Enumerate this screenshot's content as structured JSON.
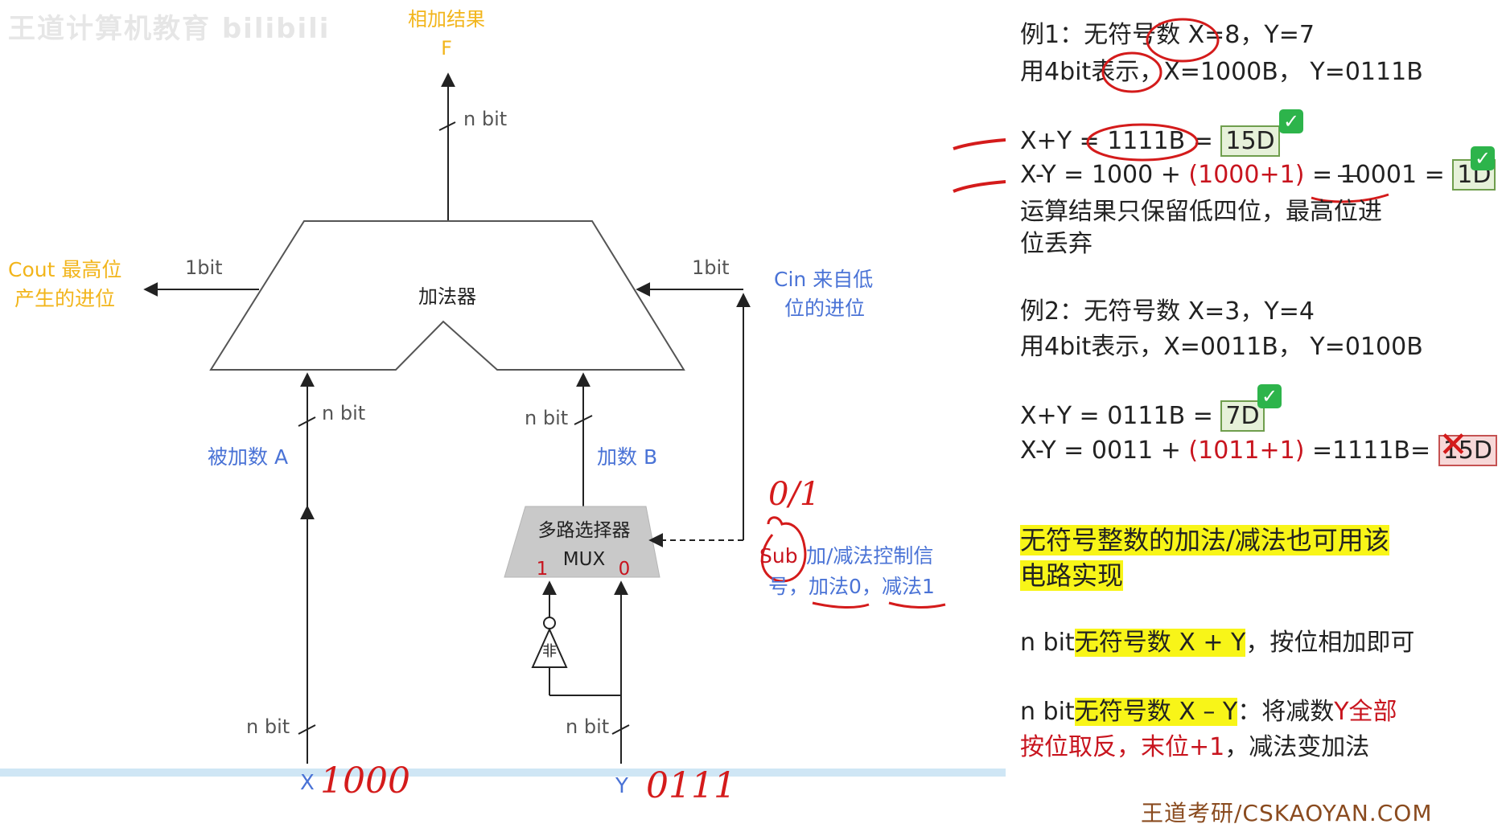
{
  "watermark": "王道计算机教育 bilibili",
  "diagram": {
    "output_title": "相加结果",
    "output_var": "F",
    "nbit": "n bit",
    "onebit": "1bit",
    "adder": "加法器",
    "cout_line1": "Cout 最高位",
    "cout_line2": "产生的进位",
    "cin_line1": "Cin 来自低",
    "cin_line2": "位的进位",
    "input_a": "被加数 A",
    "input_b": "加数 B",
    "mux_title": "多路选择器",
    "mux_name": "MUX",
    "mux_in1": "1",
    "mux_in0": "0",
    "not_gate": "非",
    "sub": "Sub",
    "sub_desc_line1": "加/减法控制信",
    "sub_desc_line2_prefix": "号，",
    "sub_add": "加法0",
    "sub_sep": "，",
    "sub_sub": "减法1",
    "x_label": "X",
    "y_label": "Y",
    "hand_x": "1000",
    "hand_y": "0111",
    "hand_sub": "0/1"
  },
  "notes": {
    "ex1_title": "例1：无符号数 X=8，Y=7",
    "ex1_repr": "用4bit表示，X=1000B，  Y=0111B",
    "ex1_add_pre": "X+Y = 1111B = ",
    "ex1_add_res": "15D",
    "ex1_sub_pre": "X-Y = 1000 + ",
    "ex1_sub_red": "(1000+1)",
    "ex1_sub_mid": " = ",
    "ex1_sub_strike": "1",
    "ex1_sub_rest": "0001 = ",
    "ex1_sub_res": "1D",
    "ex1_note_line1": "运算结果只保留低四位，最高位进",
    "ex1_note_line2": "位丢弃",
    "ex2_title": "例2：无符号数 X=3，Y=4",
    "ex2_repr": "用4bit表示，X=0011B，  Y=0100B",
    "ex2_add_pre": "X+Y = 0111B = ",
    "ex2_add_res": "7D",
    "ex2_sub_pre": "X-Y = 0011 + ",
    "ex2_sub_red": "(1011+1)",
    "ex2_sub_mid": " =1111B= ",
    "ex2_sub_res": "15D",
    "summary_line1": "无符号整数的加法/减法也可用该",
    "summary_line2": "电路实现",
    "rule_add_pre": "n bit",
    "rule_add_hl": "无符号数 X + Y",
    "rule_add_post": "，按位相加即可",
    "rule_sub_pre": "n bit",
    "rule_sub_hl": "无符号数 X – Y",
    "rule_sub_post": "：将减数",
    "rule_sub_red1": "Y全部",
    "rule_sub_red2": "按位取反，末位+1",
    "rule_sub_tail": "，减法变加法",
    "check": "✓",
    "cross": "✕",
    "footer": "王道考研/CSKAOYAN.COM"
  },
  "colors": {
    "blue_label": "#4a73d6",
    "orange_label": "#f2b51b",
    "ink_red": "#d41b1b",
    "highlight": "#f8f518",
    "check_green": "#2db44b"
  }
}
